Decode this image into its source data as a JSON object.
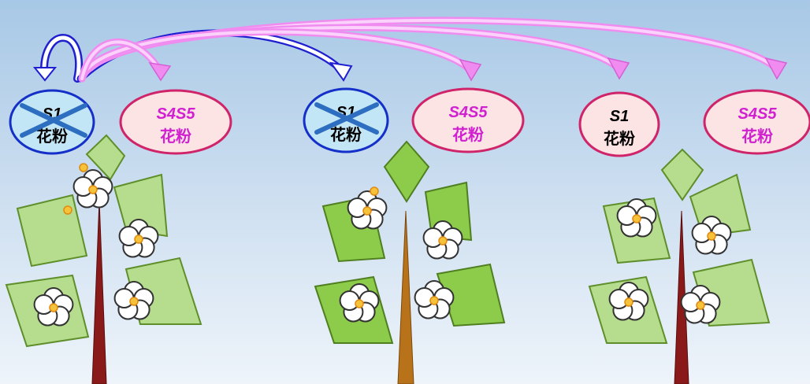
{
  "colors": {
    "pink_arrow": "#f08cf0",
    "blue_arrow": "#1f1fd0",
    "self_oval_fill": "#c2e6f6",
    "self_oval_stroke": "#1530c8",
    "cross_oval_fill": "#fde4e4",
    "cross_oval_stroke": "#d0246a",
    "cross_text": "#d020d0",
    "leaf_dark": "#8ccc4a",
    "leaf_light": "#b6dc8e",
    "stem_red": "#8a1a1a",
    "stem_orange": "#b8731a",
    "flower_center": "#f5c23a"
  },
  "labels": {
    "p1_self_s": "S1",
    "p1_self_pollen": "花粉",
    "p1_cross_s": "S4S5",
    "p1_cross_pollen": "花粉",
    "p2_self_s": "S1",
    "p2_self_pollen": "花粉",
    "p2_cross_s": "S4S5",
    "p2_cross_pollen": "花粉",
    "p3_self_s": "S1",
    "p3_self_pollen": "花粉",
    "p3_cross_s": "S4S5",
    "p3_cross_pollen": "花粉"
  },
  "status": {
    "p1_self_rejected": true,
    "p2_self_rejected": true,
    "p3_self_rejected": false
  },
  "icons": [
    "curved-arrow-icon",
    "cross-mark-icon",
    "flower-icon",
    "leaf-icon"
  ]
}
